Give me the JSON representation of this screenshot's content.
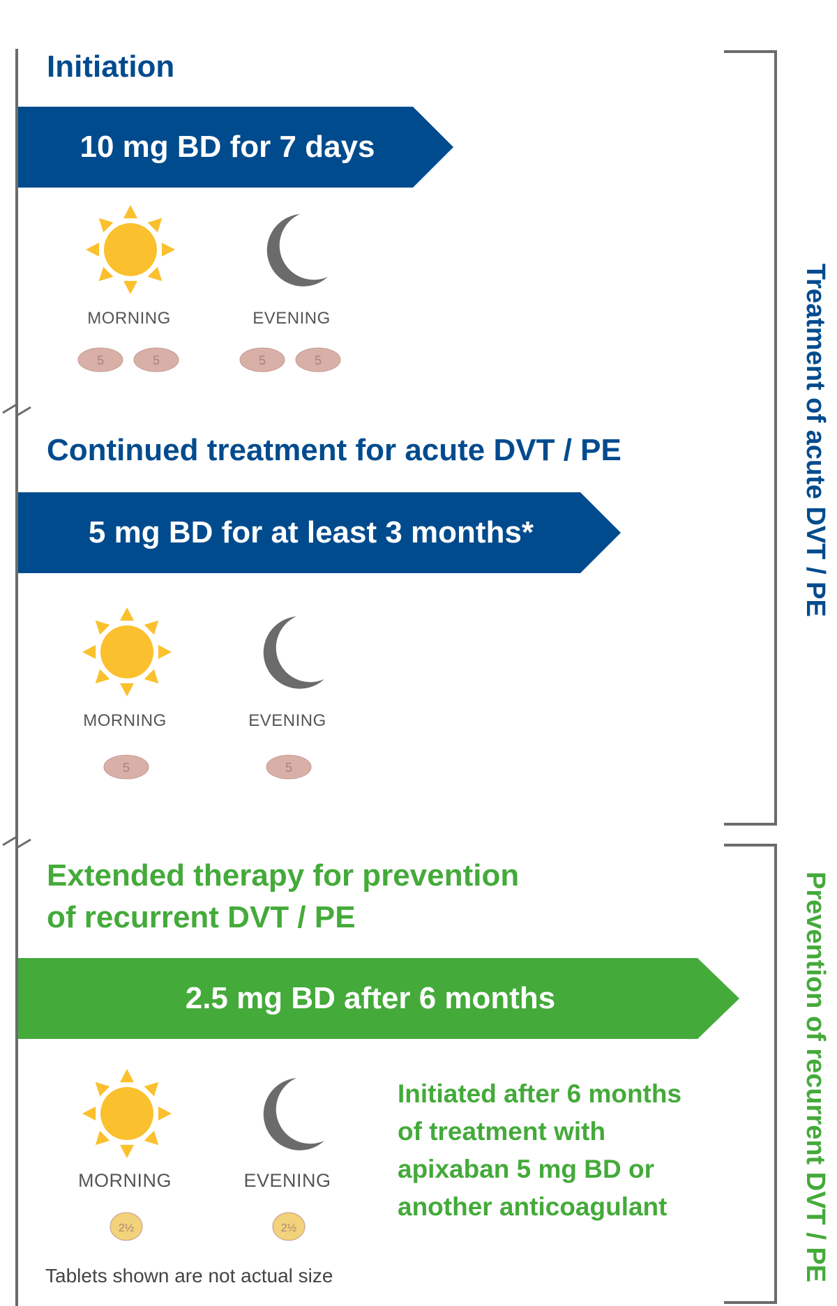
{
  "colors": {
    "blue": "#004b8d",
    "green": "#44aa3a",
    "sun": "#fbc02d",
    "moon": "#6b6b6b",
    "tablet_pink": "#d8b0a8",
    "tablet_yellow": "#f2d27a"
  },
  "icons": {
    "morning": "sun-icon",
    "evening": "moon-icon",
    "dose_5mg": "pink-tablet-icon",
    "dose_2_5mg": "yellow-tablet-icon"
  },
  "initiation": {
    "heading": "Initiation",
    "arrow_text": "10 mg BD for 7 days",
    "morning_label": "MORNING",
    "evening_label": "EVENING",
    "tablet_marking": "5",
    "morning_tablets": 2,
    "evening_tablets": 2
  },
  "continued": {
    "heading": "Continued treatment for acute DVT / PE",
    "arrow_text": "5 mg BD for at least 3 months*",
    "morning_label": "MORNING",
    "evening_label": "EVENING",
    "tablet_marking": "5",
    "morning_tablets": 1,
    "evening_tablets": 1
  },
  "extended": {
    "heading_line1": "Extended therapy for prevention",
    "heading_line2": "of recurrent DVT / PE",
    "arrow_text": "2.5 mg BD after 6 months",
    "morning_label": "MORNING",
    "evening_label": "EVENING",
    "tablet_marking": "2½",
    "morning_tablets": 1,
    "evening_tablets": 1,
    "note_lines": [
      "Initiated after 6 months",
      "of treatment with",
      "apixaban 5 mg BD or",
      "another anticoagulant"
    ]
  },
  "side_labels": {
    "treatment": "Treatment of acute DVT / PE",
    "prevention": "Prevention of recurrent DVT / PE"
  },
  "footnote": "Tablets shown are not actual size"
}
